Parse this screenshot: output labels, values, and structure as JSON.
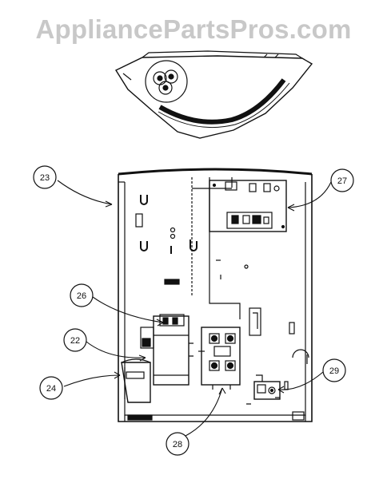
{
  "watermark": {
    "text": "AppliancePartsPros.com"
  },
  "callouts": [
    {
      "id": "23",
      "label": "23"
    },
    {
      "id": "27",
      "label": "27"
    },
    {
      "id": "26",
      "label": "26"
    },
    {
      "id": "22",
      "label": "22"
    },
    {
      "id": "24",
      "label": "24"
    },
    {
      "id": "29",
      "label": "29"
    },
    {
      "id": "28",
      "label": "28"
    }
  ],
  "colors": {
    "line": "#111111",
    "background": "#ffffff",
    "watermark": "#c8c8c8"
  }
}
